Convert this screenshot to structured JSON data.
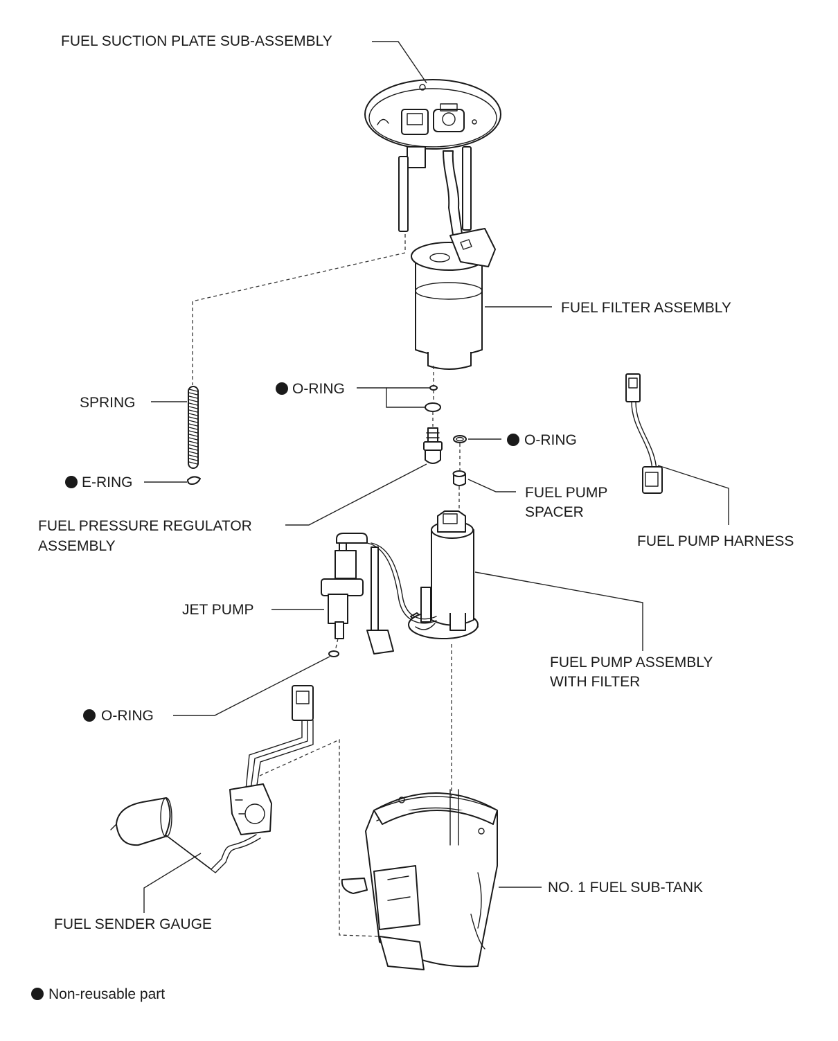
{
  "labels": {
    "fuel_suction_plate": "FUEL SUCTION PLATE SUB-ASSEMBLY",
    "fuel_filter": "FUEL FILTER ASSEMBLY",
    "o_ring_filter": "O-RING",
    "spring": "SPRING",
    "o_ring_spacer": "O-RING",
    "e_ring": "E-RING",
    "fuel_pump_spacer_1": "FUEL PUMP",
    "fuel_pump_spacer_2": "SPACER",
    "fuel_pressure_regulator_1": "FUEL PRESSURE REGULATOR",
    "fuel_pressure_regulator_2": "ASSEMBLY",
    "fuel_pump_harness": "FUEL PUMP HARNESS",
    "jet_pump": "JET PUMP",
    "fuel_pump_assembly_1": "FUEL PUMP ASSEMBLY",
    "fuel_pump_assembly_2": "WITH FILTER",
    "o_ring_jet": "O-RING",
    "no1_fuel_sub_tank": "NO. 1 FUEL SUB-TANK",
    "fuel_sender_gauge": "FUEL SENDER GAUGE"
  },
  "legend": {
    "text": "Non-reusable part"
  },
  "icons": {
    "non_reusable_marker": "filled-circle-icon"
  },
  "colors": {
    "ink": "#1a1a1a",
    "background": "#ffffff"
  }
}
